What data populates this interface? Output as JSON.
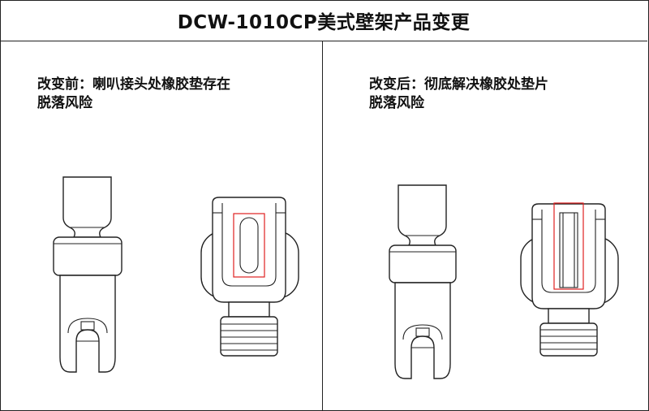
{
  "title": "DCW-1010CP美式壁架产品变更",
  "before": {
    "line1": "改变前：喇叭接头处橡胶垫存在",
    "line2": "脱落风险"
  },
  "after": {
    "line1": "改变后：彻底解决橡胶处垫片",
    "line2": "脱落风险"
  },
  "colors": {
    "outline": "#222222",
    "highlight": "#e02020"
  }
}
